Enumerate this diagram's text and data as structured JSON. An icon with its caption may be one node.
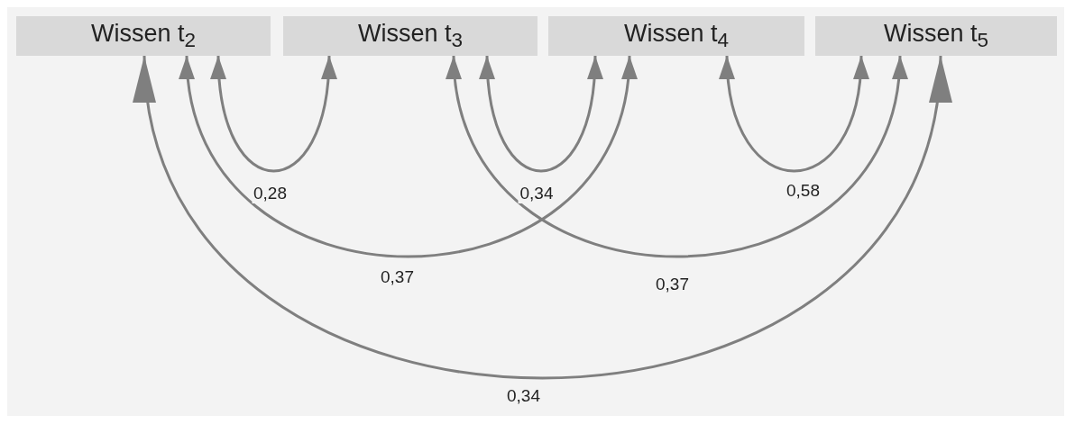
{
  "diagram": {
    "nodes": [
      {
        "text": [
          "Wissen t$_{2}$"
        ]
      },
      {
        "text": [
          "Wissen t$_{3}$"
        ]
      },
      {
        "text": [
          "Wissen t$_{4}$"
        ]
      },
      {
        "text": [
          "Wissen t$_{5}$"
        ]
      }
    ],
    "edges": [
      {
        "from": 0,
        "to": 1,
        "arrow": "both",
        "label": "0,28"
      },
      {
        "from": 1,
        "to": 2,
        "arrow": "both",
        "label": "0,34"
      },
      {
        "from": 2,
        "to": 3,
        "arrow": "both",
        "label": "0,58"
      },
      {
        "from": 0,
        "to": 2,
        "arrow": "both",
        "label": "0,37"
      },
      {
        "from": 1,
        "to": 3,
        "arrow": "both",
        "label": "0,37"
      },
      {
        "from": 0,
        "to": 3,
        "arrow": "both",
        "label": "0,34"
      }
    ]
  }
}
